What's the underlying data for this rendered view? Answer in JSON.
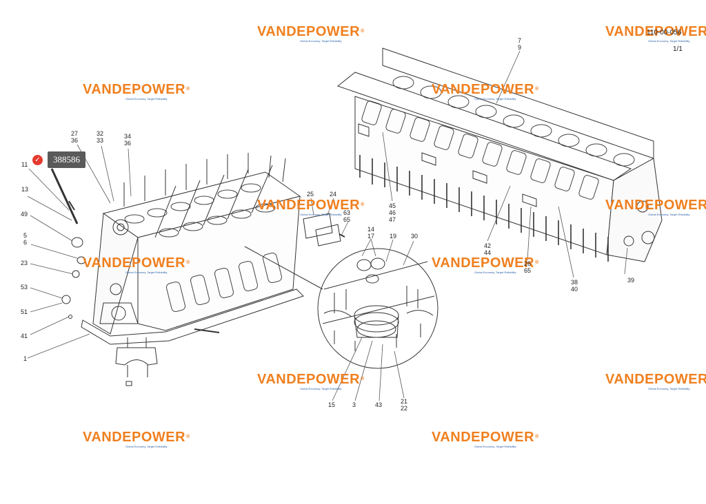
{
  "watermark": {
    "brand": "VANDEPOWER",
    "mark": "®",
    "tagline": "Global Economy, Target Reliability"
  },
  "document": {
    "code": "110-00-056",
    "sheet": "1/1"
  },
  "badge": {
    "check_icon": "check-circle-icon",
    "part_code": "388586",
    "accent": "#e53a2f"
  },
  "colors": {
    "brand_orange": "#f07f1e",
    "tag_blue": "#2a5ea8"
  },
  "callouts": {
    "c27_36": [
      "27",
      "36"
    ],
    "c32_33": [
      "32",
      "33"
    ],
    "c34_36": [
      "34",
      "36"
    ],
    "c11": [
      "11"
    ],
    "c13": [
      "13"
    ],
    "c49": [
      "49"
    ],
    "c5_6": [
      "5",
      "6"
    ],
    "c23": [
      "23"
    ],
    "c53": [
      "53"
    ],
    "c51": [
      "51"
    ],
    "c41": [
      "41"
    ],
    "c1": [
      "1"
    ],
    "c25": [
      "25"
    ],
    "c24": [
      "24"
    ],
    "c63_65": [
      "63",
      "65"
    ],
    "c14_17": [
      "14",
      "17"
    ],
    "c19": [
      "19"
    ],
    "c30": [
      "30"
    ],
    "c15": [
      "15"
    ],
    "c3": [
      "3"
    ],
    "c43": [
      "43"
    ],
    "c21_22": [
      "21",
      "22"
    ],
    "c45_46_47": [
      "45",
      "46",
      "47"
    ],
    "c42_44": [
      "42",
      "44"
    ],
    "c26_65": [
      "26",
      "65"
    ],
    "c38_40": [
      "38",
      "40"
    ],
    "c39": [
      "39"
    ],
    "c7_9": [
      "7",
      "9"
    ]
  }
}
